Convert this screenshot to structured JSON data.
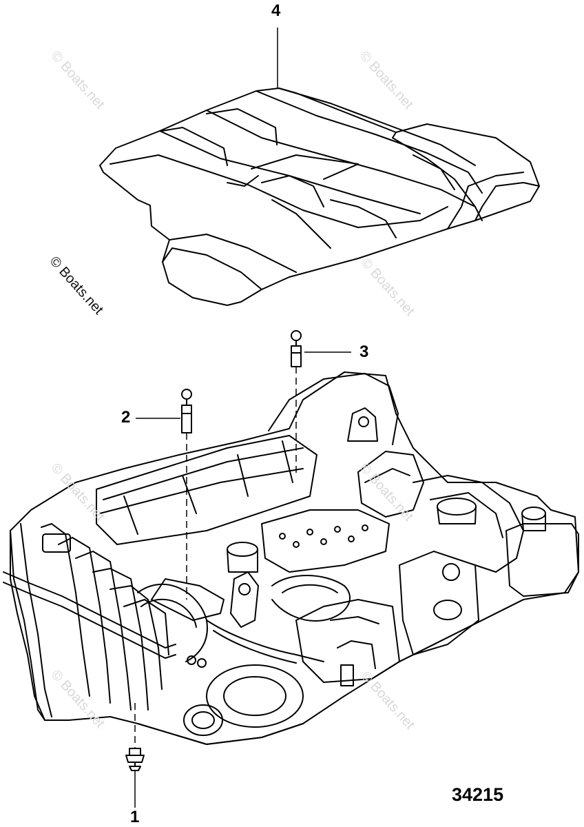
{
  "callouts": [
    {
      "id": "1",
      "label": "1"
    },
    {
      "id": "2",
      "label": "2"
    },
    {
      "id": "3",
      "label": "3"
    },
    {
      "id": "4",
      "label": "4"
    }
  ],
  "diagram_number": "34215",
  "watermark": "© Boats.net",
  "parts": {
    "cover": "engine-cover",
    "stud_2": "stud",
    "stud_3": "stud",
    "bolt_1": "bolt",
    "engine": "engine-assembly"
  },
  "colors": {
    "line": "#000000",
    "background": "#ffffff",
    "watermark_faint": "#d9d9d9"
  }
}
